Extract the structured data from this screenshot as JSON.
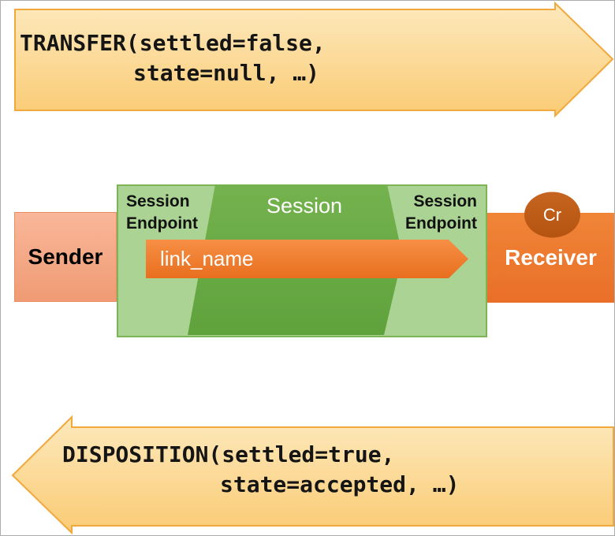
{
  "diagram": {
    "transfer_arrow": {
      "line1": "TRANSFER(settled=false,",
      "line2": "state=null, …)"
    },
    "disposition_arrow": {
      "line1": "DISPOSITION(settled=true,",
      "line2": "state=accepted, …)"
    },
    "sender": {
      "label": "Sender"
    },
    "receiver": {
      "label": "Receiver"
    },
    "session": {
      "title": "Session",
      "left_endpoint_line1": "Session",
      "left_endpoint_line2": "Endpoint",
      "right_endpoint_line1": "Session",
      "right_endpoint_line2": "Endpoint"
    },
    "link": {
      "label": "link_name"
    },
    "credit_badge": {
      "label": "Cr"
    }
  },
  "colors": {
    "arrow_fill_top": "#FDE9BD",
    "arrow_fill_bottom": "#FACB74",
    "arrow_border": "#F1A83C",
    "sender_fill_top": "#F9B79A",
    "sender_fill_bottom": "#EF9B73",
    "sender_border": "#EB8D64",
    "session_light": "#ABD394",
    "session_border": "#7CB456",
    "session_dark_top": "#74B24E",
    "session_dark_bottom": "#5FA23C",
    "link_fill_top": "#F68F45",
    "link_fill_bottom": "#E96F1F",
    "receiver_fill_top": "#F08538",
    "receiver_fill_bottom": "#E96F28",
    "credit_fill_top": "#C66520",
    "credit_fill_bottom": "#B55310",
    "code_text": "#151515",
    "frame_border": "#ABABAB"
  }
}
